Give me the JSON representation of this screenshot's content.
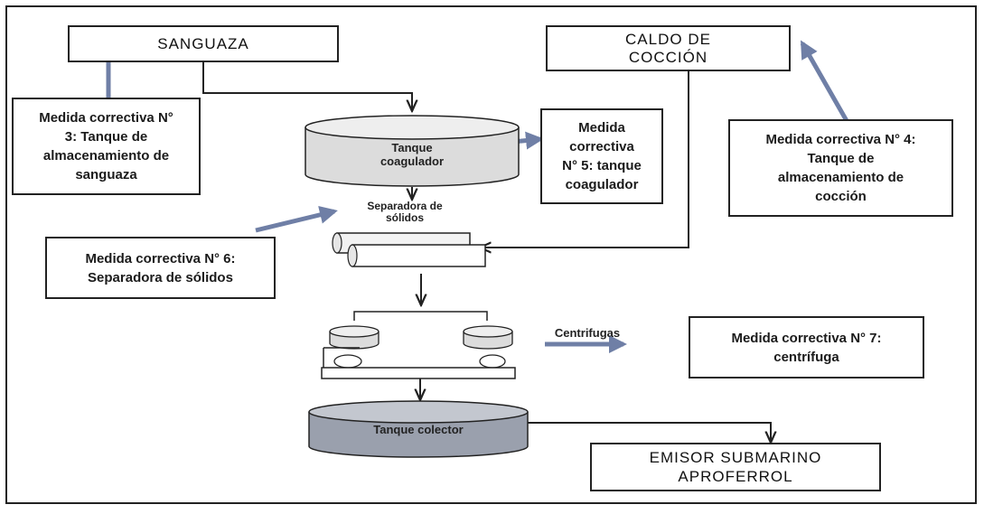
{
  "sources": {
    "sanguaza": "SANGUAZA",
    "caldo_line1": "CALDO DE",
    "caldo_line2": "COCCIÓN"
  },
  "equipment": {
    "tanque_coagulador_line1": "Tanque",
    "tanque_coagulador_line2": "coagulador",
    "separadora_line1": "Separadora de",
    "separadora_line2": "sólidos",
    "centrifugas": "Centrifugas",
    "tanque_colector": "Tanque colector"
  },
  "outlet": {
    "line1": "EMISOR SUBMARINO",
    "line2": "APROFERROL"
  },
  "corrective_measures": {
    "m3_line1": "Medida correctiva N°",
    "m3_line2": "3: Tanque de",
    "m3_line3": "almacenamiento de",
    "m3_line4": "sanguaza",
    "m4_line1": "Medida correctiva N° 4:",
    "m4_line2": "Tanque de",
    "m4_line3": "almacenamiento de",
    "m4_line4": "cocción",
    "m5_line1": "Medida",
    "m5_line2": "correctiva",
    "m5_line3": "N° 5: tanque",
    "m5_line4": "coagulador",
    "m6_line1": "Medida correctiva N° 6:",
    "m6_line2": "Separadora de sólidos",
    "m7_line1": "Medida correctiva N° 7:",
    "m7_line2": "centrífuga"
  },
  "colors": {
    "line": "#222222",
    "blue_arrow": "#6f7fa6",
    "tank_fill": "#d9d9d9",
    "collector_fill": "#9aa0ad"
  }
}
